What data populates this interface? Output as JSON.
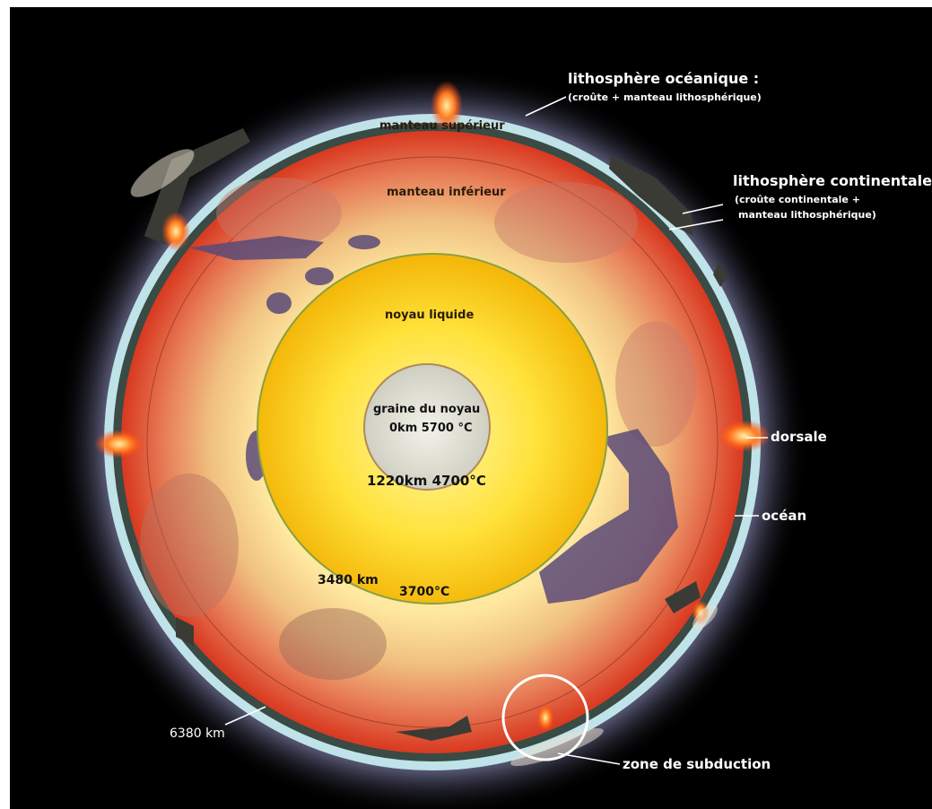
{
  "labels": {
    "upper_mantle": "manteau supérieur",
    "lower_mantle": "manteau inférieur",
    "liquid_core": "noyau liquide",
    "inner_core_line1": "graine du noyau",
    "inner_core_line2": "0km  5700 °C",
    "inner_core_boundary": "1220km  4700°C",
    "core_boundary_depth": "3480 km",
    "core_boundary_temp": "3700°C",
    "earth_radius": "6380 km"
  },
  "callouts": {
    "oceanic_lithosphere_title": "lithosphère océanique :",
    "oceanic_lithosphere_detail": "(croûte + manteau lithosphérique)",
    "continental_lithosphere_title": "lithosphère continentale :",
    "continental_lithosphere_detail_1": "(croûte continentale +",
    "continental_lithosphere_detail_2": "manteau lithosphérique)",
    "ridge": "dorsale",
    "ocean": "océan",
    "subduction": "zone de subduction"
  },
  "colors": {
    "background": "#000000",
    "ocean": "#bfe3e8",
    "lithosphere": "#3a4a44",
    "mantle": "#d9442a",
    "liquid_core": "#ffd21a",
    "inner_core": "#dcdcd2",
    "slab": "#5a4a78"
  }
}
